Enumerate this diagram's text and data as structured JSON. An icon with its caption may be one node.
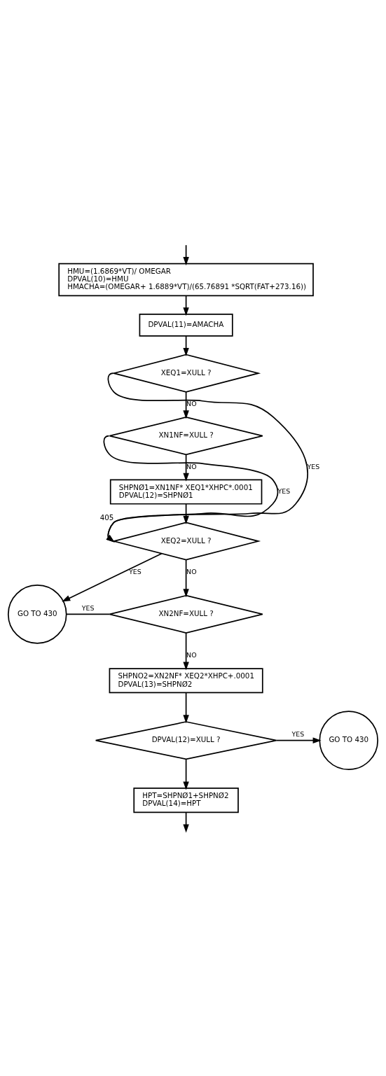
{
  "diagram": {
    "nodes": [
      {
        "text": [
          "HMU=(1.6869*VT)/ OMEGAR",
          "DPVAL(10)=HMU",
          "HMACHA=(OMEGAR+ 1.6889*VT)/(65.76891 *SQRT(FAT+273.16))"
        ]
      },
      {
        "text": [
          "DPVAL(11)=AMACHA"
        ]
      },
      {
        "text": [
          "XEQ1=XULL ?"
        ]
      },
      {
        "text": [
          "XN1NF=XULL ?"
        ]
      },
      {
        "text": [
          "SHPNØ1=XN1NF* XEQ1*XHPC*.0001",
          "DPVAL(12)=SHPNØ1"
        ]
      },
      {
        "text": [
          "XEQ2=XULL ?"
        ],
        "beside": [
          "405"
        ]
      },
      {
        "text": [
          "GO TO 430"
        ]
      },
      {
        "text": [
          "XN2NF=XULL ?"
        ]
      },
      {
        "text": [
          "SHPNO2=XN2NF* XEQ2*XHPC+.0001",
          "DPVAL(13)=SHPNØ2"
        ]
      },
      {
        "text": [
          "DPVAL(12)=XULL ?"
        ]
      },
      {
        "text": [
          "GO TO 430"
        ]
      },
      {
        "text": [
          "HPT=SHPNØ1+SHPNØ2",
          "DPVAL(14)=HPT"
        ]
      }
    ],
    "edges": [
      {
        "from": null,
        "to": 0,
        "arrow": "to"
      },
      {
        "from": 0,
        "to": 1,
        "arrow": "to"
      },
      {
        "from": 1,
        "to": 2,
        "arrow": "to"
      },
      {
        "from": 2,
        "to": 5,
        "arrow": "to",
        "label": "YES"
      },
      {
        "from": 2,
        "to": 3,
        "arrow": "to",
        "label": "NO"
      },
      {
        "from": 3,
        "to": 5,
        "arrow": "to",
        "label": "YES"
      },
      {
        "from": 3,
        "to": 4,
        "arrow": "to",
        "label": "NO"
      },
      {
        "from": 4,
        "to": 5,
        "arrow": "to"
      },
      {
        "from": 5,
        "to": 6,
        "arrow": "to",
        "label": "YES"
      },
      {
        "from": 5,
        "to": 7,
        "arrow": "to",
        "label": "NO"
      },
      {
        "from": 7,
        "to": 6,
        "arrow": "none",
        "label": "YES"
      },
      {
        "from": 7,
        "to": 8,
        "arrow": "to",
        "label": "NO"
      },
      {
        "from": 8,
        "to": 9,
        "arrow": "to"
      },
      {
        "from": 9,
        "to": 10,
        "arrow": "to",
        "label": "YES"
      },
      {
        "from": 9,
        "to": 11,
        "arrow": "to"
      },
      {
        "from": 11,
        "to": null,
        "arrow": "to"
      }
    ]
  }
}
